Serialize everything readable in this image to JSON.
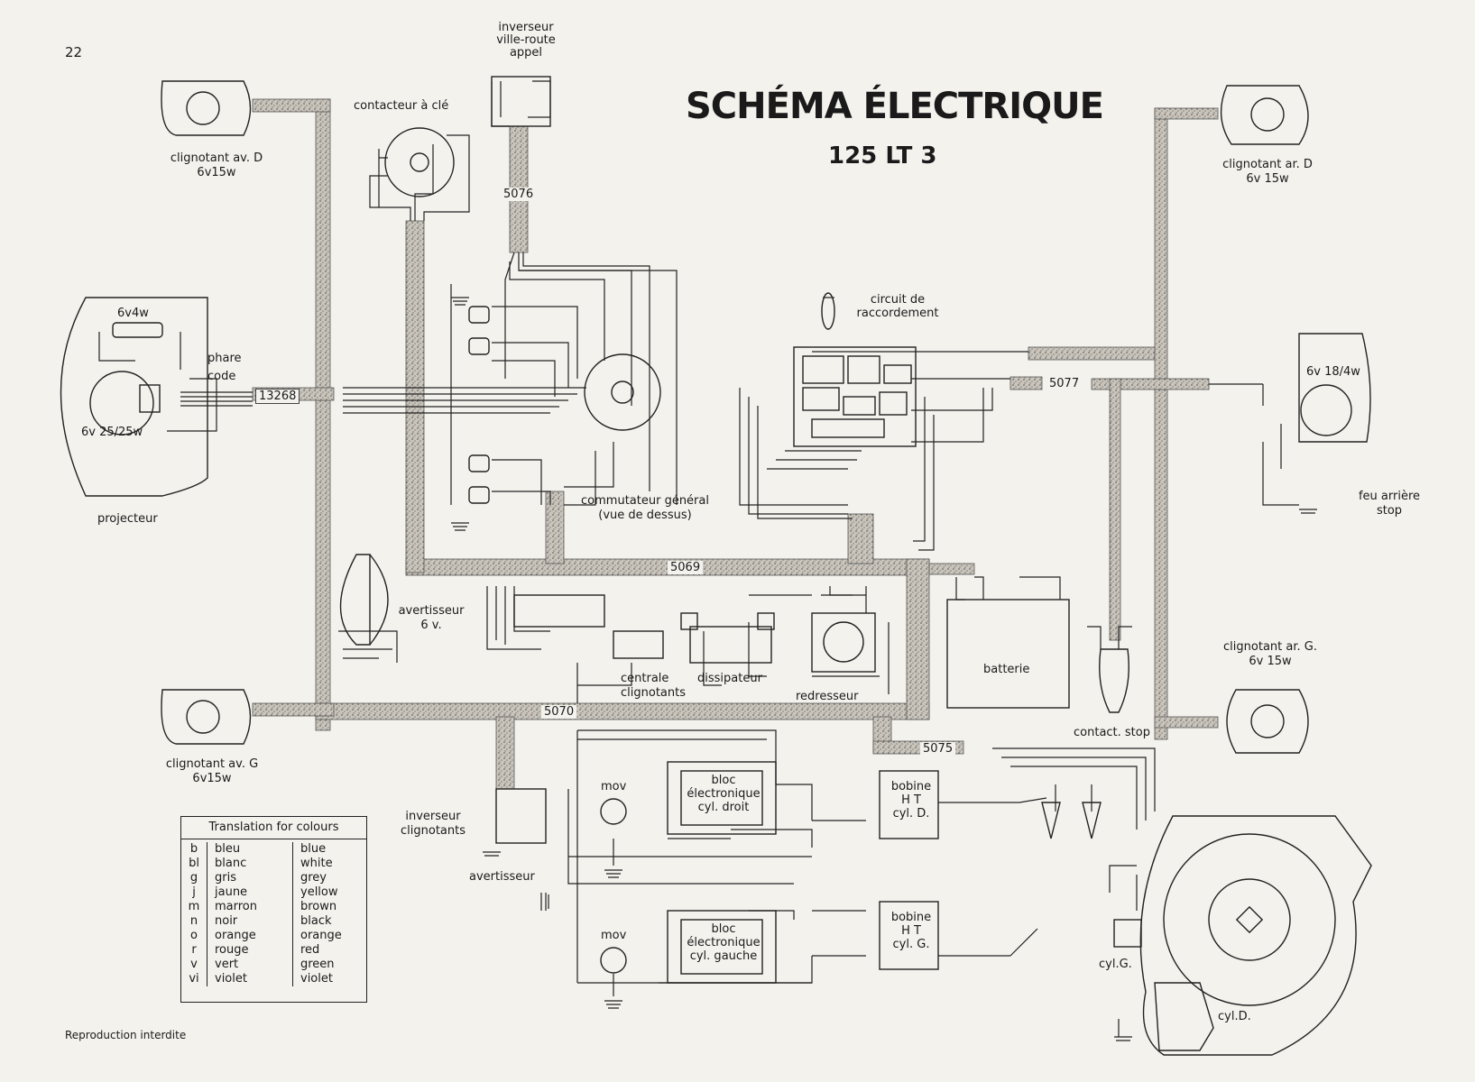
{
  "page_number": "22",
  "title": "SCHÉMA ÉLECTRIQUE",
  "subtitle": "125 LT 3",
  "footer": "Reproduction interdite",
  "components": {
    "clignotant_av_d": [
      "clignotant av. D",
      "6v15w"
    ],
    "clignotant_av_g": [
      "clignotant av. G",
      "6v15w"
    ],
    "clignotant_ar_d": [
      "clignotant ar. D",
      "6v 15w"
    ],
    "clignotant_ar_g": [
      "clignotant ar. G.",
      "6v 15w"
    ],
    "contacteur": "contacteur à clé",
    "inverseur_ville": [
      "inverseur",
      "ville-route",
      "appel"
    ],
    "projecteur": "projecteur",
    "proj_6v4w": "6v4w",
    "proj_phare": "phare",
    "proj_code": "code",
    "proj_6v25": "6v 25/25w",
    "circuit_raccordement": [
      "circuit",
      "de",
      "raccordement"
    ],
    "commutateur": [
      "commutateur général",
      "(vue de dessus)"
    ],
    "feu_arriere": [
      "feu arrière",
      "stop"
    ],
    "feu_6v": "6v 18/4w",
    "avertisseur": [
      "avertisseur",
      "6 v."
    ],
    "centrale": [
      "centrale",
      "clignotants"
    ],
    "dissipateur": "dissipateur",
    "redresseur": "redresseur",
    "batterie": "batterie",
    "contact_stop": "contact. stop",
    "inverseur_clignotants": [
      "inverseur",
      "clignotants"
    ],
    "avertisseur_bottom": "avertisseur",
    "mov_top": "mov",
    "mov_bottom": "mov",
    "bloc_droit": [
      "bloc",
      "électronique",
      "cyl. droit"
    ],
    "bloc_gauche": [
      "bloc",
      "électronique",
      "cyl. gauche"
    ],
    "bobine_d": [
      "bobine",
      "H T",
      "cyl. D."
    ],
    "bobine_g": [
      "bobine",
      "H T",
      "cyl. G."
    ],
    "cyl_g": "cyl.G.",
    "cyl_d": "cyl.D."
  },
  "cables": [
    "13268",
    "5076",
    "5069",
    "5070",
    "5075",
    "5077"
  ],
  "legend": {
    "title": "Translation for colours",
    "rows": [
      {
        "code": "b",
        "fr": "bleu",
        "en": "blue"
      },
      {
        "code": "bl",
        "fr": "blanc",
        "en": "white"
      },
      {
        "code": "g",
        "fr": "gris",
        "en": "grey"
      },
      {
        "code": "j",
        "fr": "jaune",
        "en": "yellow"
      },
      {
        "code": "m",
        "fr": "marron",
        "en": "brown"
      },
      {
        "code": "n",
        "fr": "noir",
        "en": "black"
      },
      {
        "code": "o",
        "fr": "orange",
        "en": "orange"
      },
      {
        "code": "r",
        "fr": "rouge",
        "en": "red"
      },
      {
        "code": "v",
        "fr": "vert",
        "en": "green"
      },
      {
        "code": "vi",
        "fr": "violet",
        "en": "violet"
      }
    ]
  },
  "colors": {
    "paper": "#f4f2ed",
    "ink": "#1a1a1a",
    "harness": "#a8a49c"
  }
}
